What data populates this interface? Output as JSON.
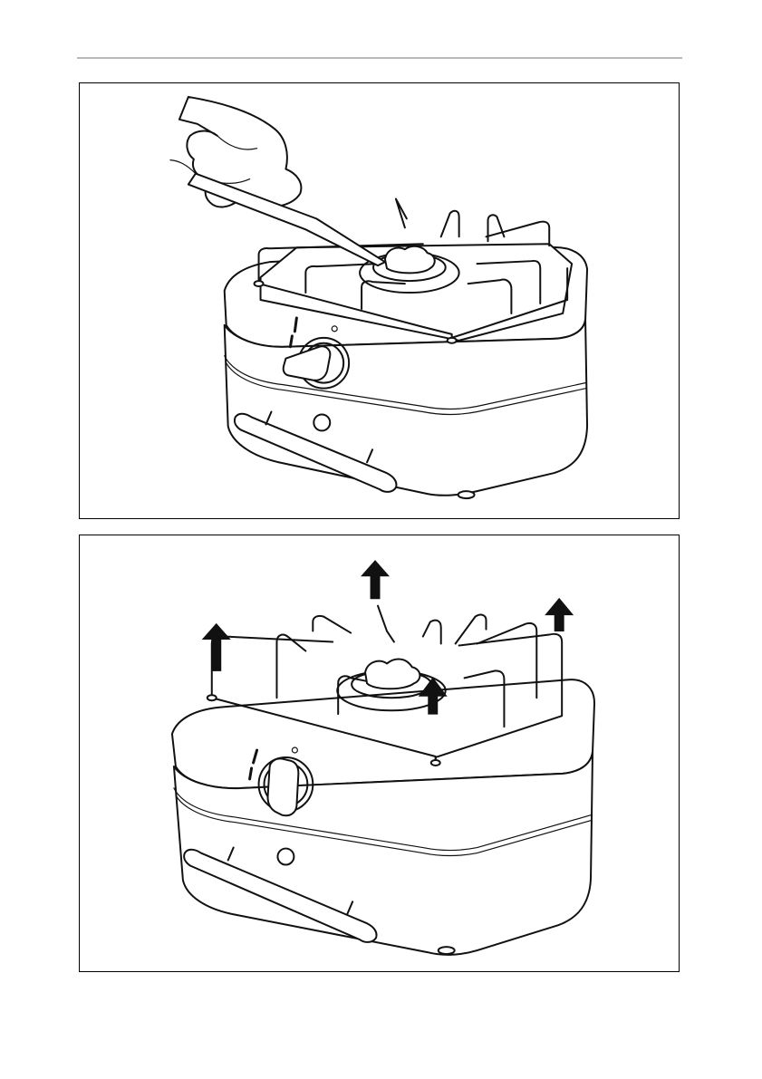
{
  "page": {
    "rule_color": "#b9b9b9",
    "line_color": "#111111",
    "background": "#ffffff"
  },
  "figures": [
    {
      "id": "fig1",
      "icon": "stove-cleaning-with-brush-illustration"
    },
    {
      "id": "fig2",
      "icon": "stove-lift-pan-support-illustration",
      "arrow_count": 4
    }
  ]
}
